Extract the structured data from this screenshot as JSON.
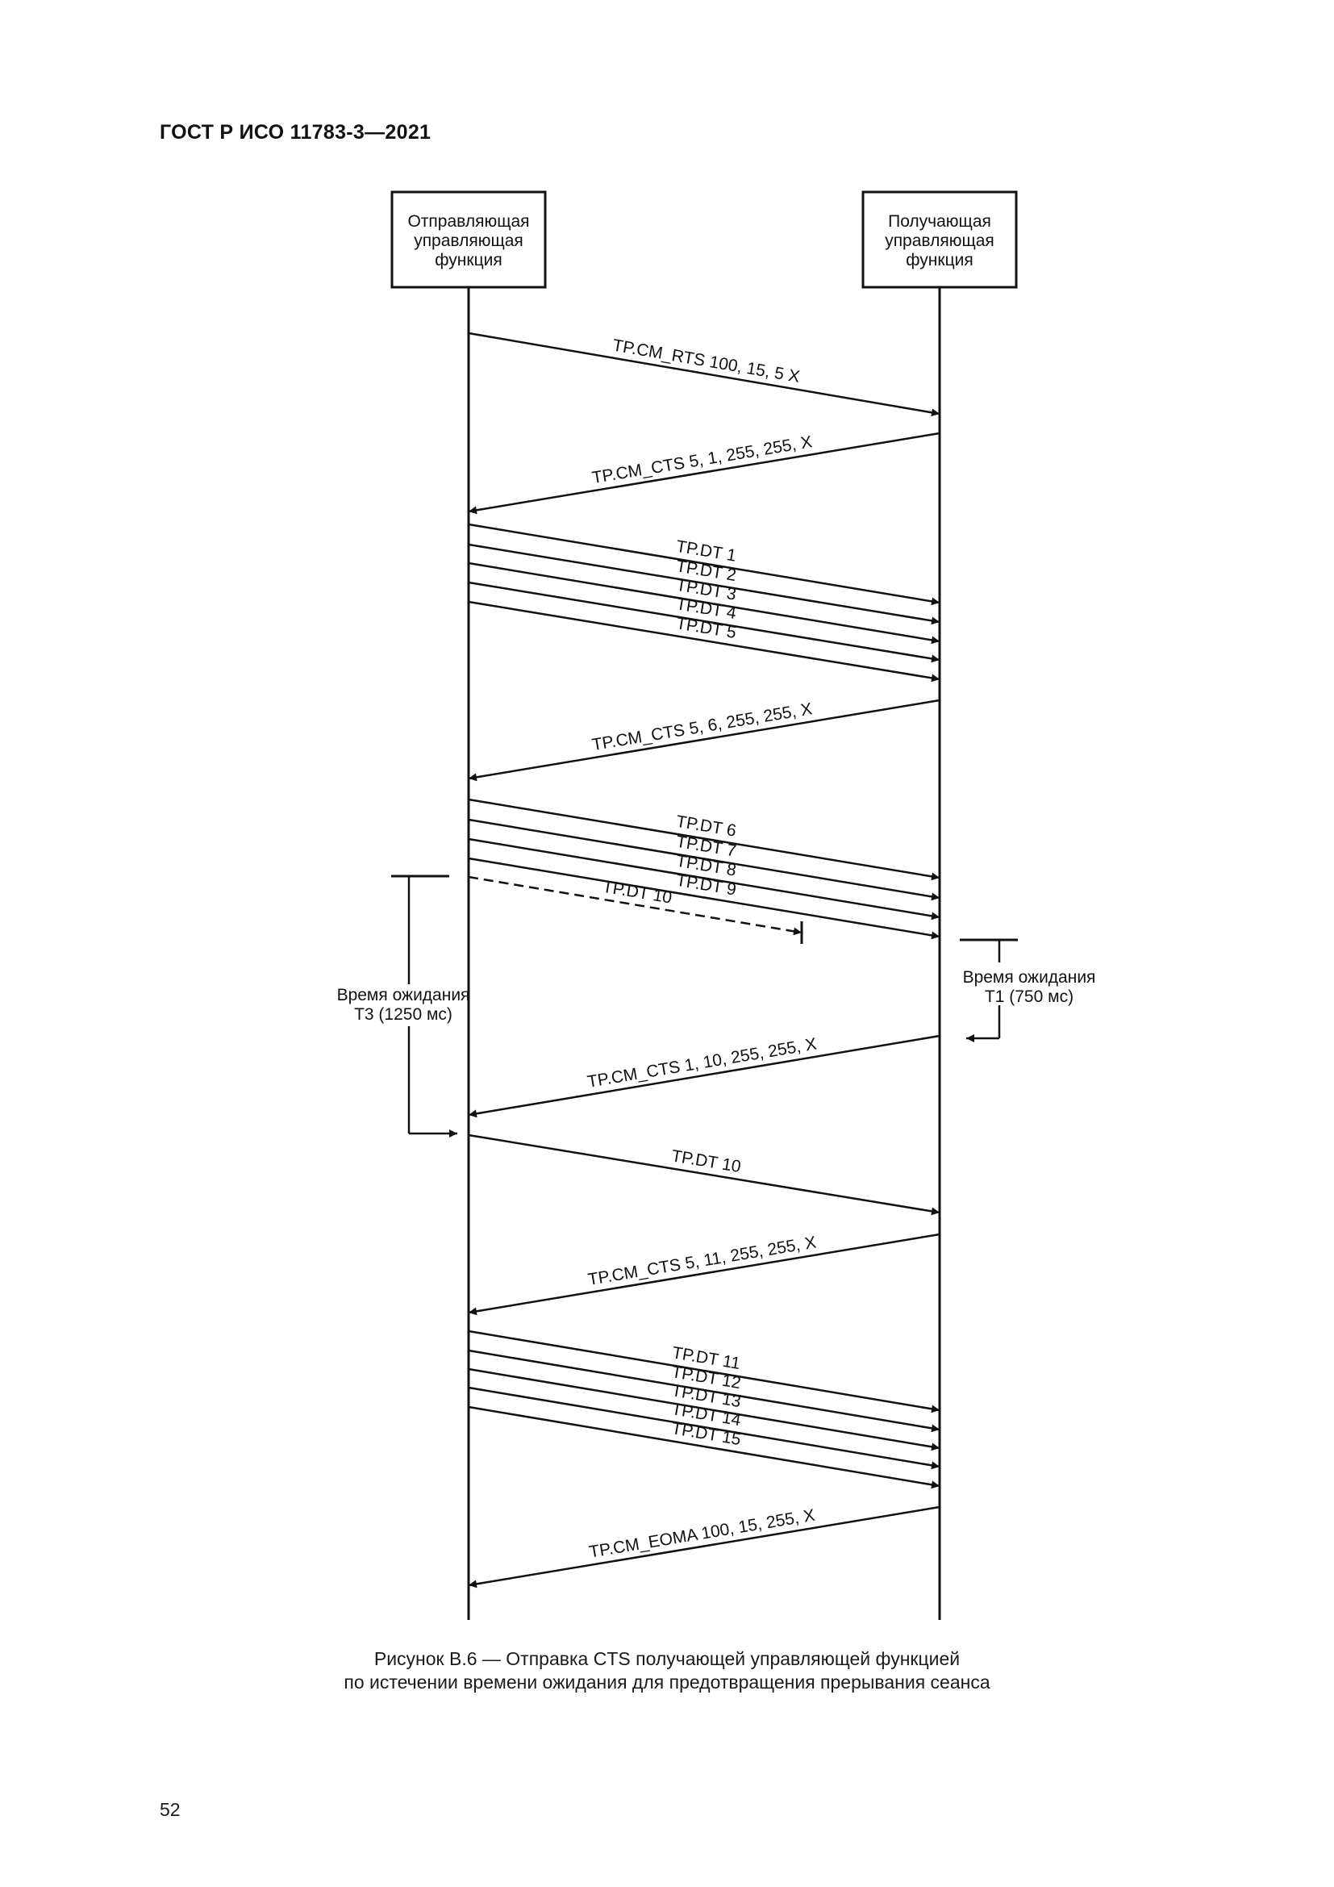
{
  "header": "ГОСТ Р ИСО 11783-3—2021",
  "sender": {
    "lines": [
      "Отправляющая",
      "управляющая",
      "функция"
    ]
  },
  "receiver": {
    "lines": [
      "Получающая",
      "управляющая",
      "функция"
    ]
  },
  "messages": [
    {
      "label": "TP.CM_RTS 100, 15, 5 X",
      "dir": "right"
    },
    {
      "label": "TP.CM_CTS 5, 1, 255, 255, X",
      "dir": "left"
    },
    {
      "label": "TP.DT 1",
      "dir": "right"
    },
    {
      "label": "TP.DT 2",
      "dir": "right"
    },
    {
      "label": "TP.DT 3",
      "dir": "right"
    },
    {
      "label": "TP.DT 4",
      "dir": "right"
    },
    {
      "label": "TP.DT 5",
      "dir": "right"
    },
    {
      "label": "TP.CM_CTS 5, 6, 255, 255, X",
      "dir": "left"
    },
    {
      "label": "TP.DT 6",
      "dir": "right"
    },
    {
      "label": "TP.DT 7",
      "dir": "right"
    },
    {
      "label": "TP.DT 8",
      "dir": "right"
    },
    {
      "label": "TP.DT 9",
      "dir": "right"
    },
    {
      "label": "TP.DT 10",
      "dir": "right",
      "style": "lost"
    },
    {
      "label": "TP.CM_CTS 1, 10, 255, 255, X",
      "dir": "left"
    },
    {
      "label": "TP.DT 10",
      "dir": "right"
    },
    {
      "label": "TP.CM_CTS 5, 11, 255, 255, X",
      "dir": "left"
    },
    {
      "label": "TP.DT 11",
      "dir": "right"
    },
    {
      "label": "TP.DT 12",
      "dir": "right"
    },
    {
      "label": "TP.DT 13",
      "dir": "right"
    },
    {
      "label": "TP.DT 14",
      "dir": "right"
    },
    {
      "label": "TP.DT 15",
      "dir": "right"
    },
    {
      "label": "TP.CM_EOMA 100, 15, 255, X",
      "dir": "left"
    }
  ],
  "timers": {
    "t3": {
      "lines": [
        "Время ожидания",
        "Т3 (1250 мс)"
      ]
    },
    "t1": {
      "lines": [
        "Время ожидания",
        "Т1 (750 мс)"
      ]
    }
  },
  "caption": {
    "line1": "Рисунок В.6 — Отправка CTS получающей управляющей функцией",
    "line2": "по истечении времени ожидания для предотвращения прерывания сеанса"
  },
  "page_number": "52"
}
